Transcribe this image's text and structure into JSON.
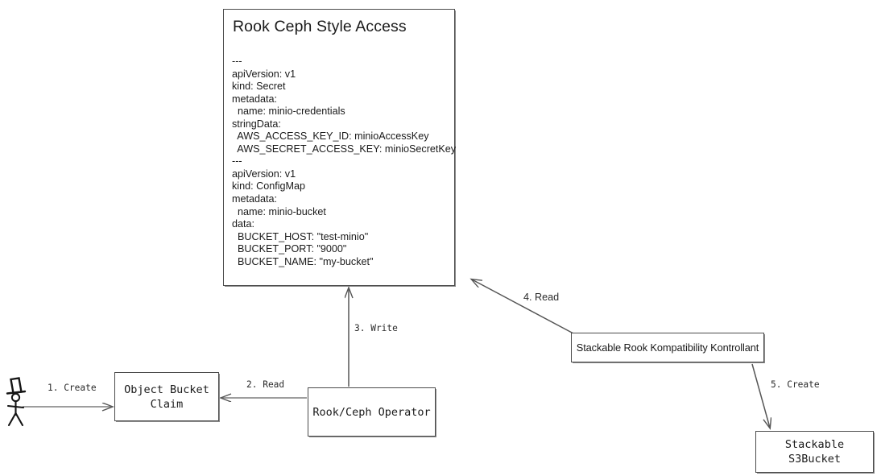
{
  "diagram": {
    "title": "Rook Ceph Style Access",
    "yaml_panel": {
      "heading": "Rook Ceph Style Access",
      "content": "---\napiVersion: v1\nkind: Secret\nmetadata:\n  name: minio-credentials\nstringData:\n  AWS_ACCESS_KEY_ID: minioAccessKey\n  AWS_SECRET_ACCESS_KEY: minioSecretKey\n---\napiVersion: v1\nkind: ConfigMap\nmetadata:\n  name: minio-bucket\ndata:\n  BUCKET_HOST: \"test-minio\"\n  BUCKET_PORT: \"9000\"\n  BUCKET_NAME: \"my-bucket\""
    },
    "nodes": [
      {
        "id": "actor",
        "label": "",
        "icon": "stick-figure-actor-icon"
      },
      {
        "id": "obc",
        "label": "Object Bucket\nClaim"
      },
      {
        "id": "operator",
        "label": "Rook/Ceph Operator"
      },
      {
        "id": "srkk",
        "label": "Stackable Rook Kompatibility Kontrollant"
      },
      {
        "id": "s3bucket",
        "label": "Stackable S3Bucket"
      }
    ],
    "edges": [
      {
        "id": "e1",
        "label": "1. Create",
        "from": "actor",
        "to": "obc"
      },
      {
        "id": "e2",
        "label": "2. Read",
        "from": "operator",
        "to": "obc"
      },
      {
        "id": "e3",
        "label": "3. Write",
        "from": "operator",
        "to": "yaml-panel"
      },
      {
        "id": "e4",
        "label": "4. Read",
        "from": "srkk",
        "to": "yaml-panel"
      },
      {
        "id": "e5",
        "label": "5. Create",
        "from": "srkk",
        "to": "s3bucket"
      }
    ],
    "colors": {
      "background": "#ffffff",
      "stroke": "#4c4c4c",
      "text": "#1a1a1a",
      "arrow": "#555555"
    }
  }
}
